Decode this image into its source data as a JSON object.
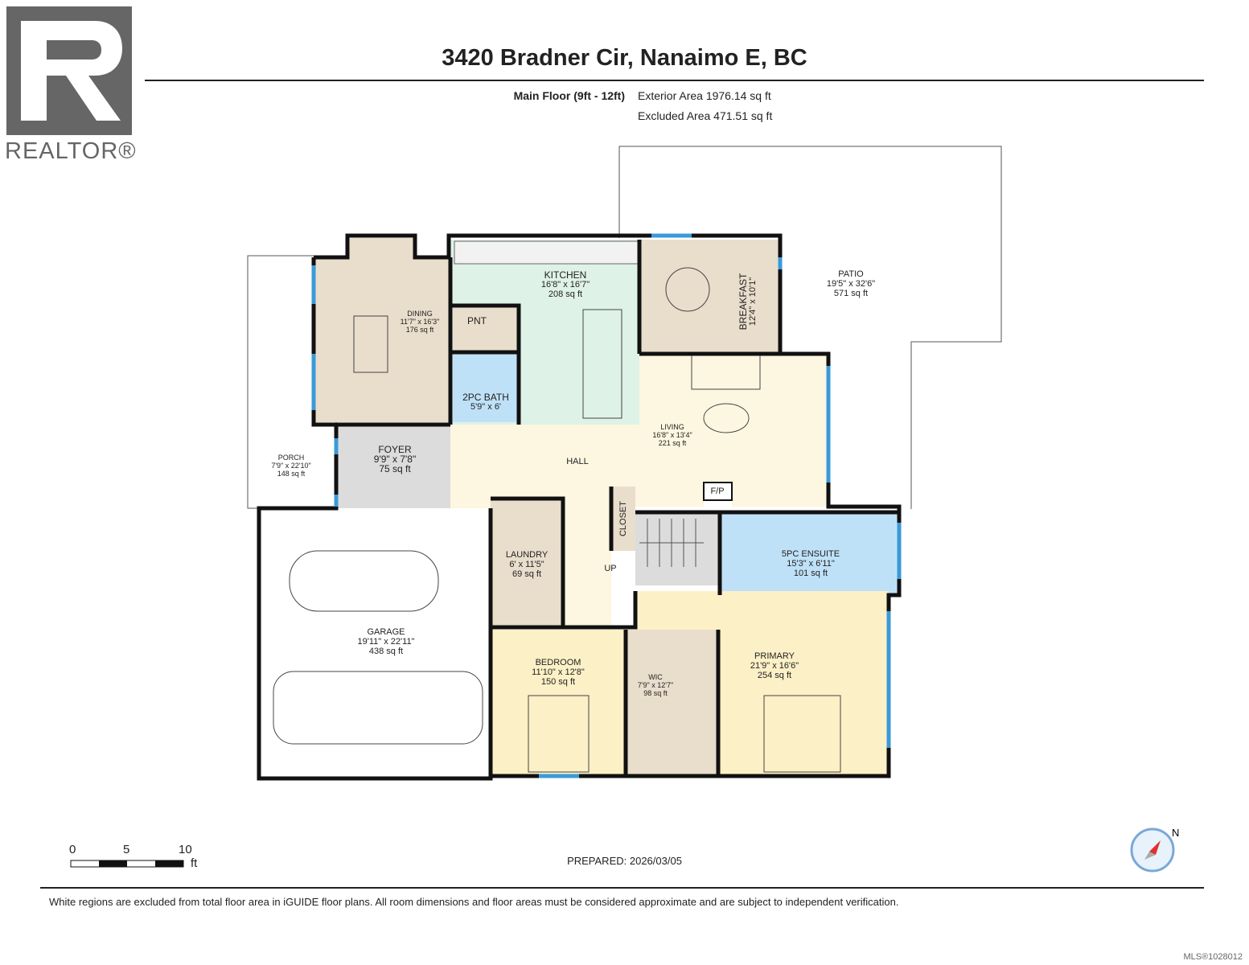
{
  "header": {
    "title": "3420 Bradner Cir, Nanaimo E, BC",
    "floor": "Main Floor (9ft - 12ft)",
    "exterior_area": "Exterior Area 1976.14 sq ft",
    "excluded_area": "Excluded Area 471.51 sq ft"
  },
  "logo": {
    "text": "REALTOR®"
  },
  "rooms": [
    {
      "name": "KITCHEN",
      "dims": "16'8\" x 16'7\"",
      "area": "208 sq ft"
    },
    {
      "name": "DINING",
      "dims": "11'7\" x 16'3\"",
      "area": "176 sq ft"
    },
    {
      "name": "PNT"
    },
    {
      "name": "2PC BATH",
      "dims": "5'9\" x 6'"
    },
    {
      "name": "BREAKFAST",
      "dims": "12'4\" x 10'1\""
    },
    {
      "name": "PATIO",
      "dims": "19'5\" x 32'6\"",
      "area": "571 sq ft"
    },
    {
      "name": "LIVING",
      "dims": "16'8\" x 13'4\"",
      "area": "221 sq ft"
    },
    {
      "name": "FOYER",
      "dims": "9'9\" x 7'8\"",
      "area": "75 sq ft"
    },
    {
      "name": "PORCH",
      "dims": "7'9\" x 22'10\"",
      "area": "148 sq ft"
    },
    {
      "name": "HALL"
    },
    {
      "name": "CLOSET"
    },
    {
      "name": "F/P"
    },
    {
      "name": "LAUNDRY",
      "dims": "6' x 11'5\"",
      "area": "69 sq ft"
    },
    {
      "name": "UP"
    },
    {
      "name": "5PC ENSUITE",
      "dims": "15'3\" x 6'11\"",
      "area": "101 sq ft"
    },
    {
      "name": "GARAGE",
      "dims": "19'11\" x 22'11\"",
      "area": "438 sq ft"
    },
    {
      "name": "BEDROOM",
      "dims": "11'10\" x 12'8\"",
      "area": "150 sq ft"
    },
    {
      "name": "WIC",
      "dims": "7'9\" x 12'7\"",
      "area": "98 sq ft"
    },
    {
      "name": "PRIMARY",
      "dims": "21'9\" x 16'6\"",
      "area": "254 sq ft"
    }
  ],
  "colors": {
    "beige": "#e9ddcc",
    "mint": "#dff2e7",
    "cream": "#fdf6e0",
    "blue": "#bfe1f8",
    "gray": "#dcdcdc",
    "yellow": "#fcf0c6",
    "window": "#3a9ad9",
    "wall": "#111111"
  },
  "scale": {
    "labels": [
      "0",
      "5",
      "10"
    ],
    "unit": "ft"
  },
  "prepared": "PREPARED: 2026/03/05",
  "footnote": "White regions are excluded from total floor area in iGUIDE floor plans. All room dimensions and floor areas must be considered approximate and are subject to independent verification.",
  "mls": "MLS®1028012",
  "compass": {
    "icon": "north-compass-icon",
    "label": "N"
  }
}
